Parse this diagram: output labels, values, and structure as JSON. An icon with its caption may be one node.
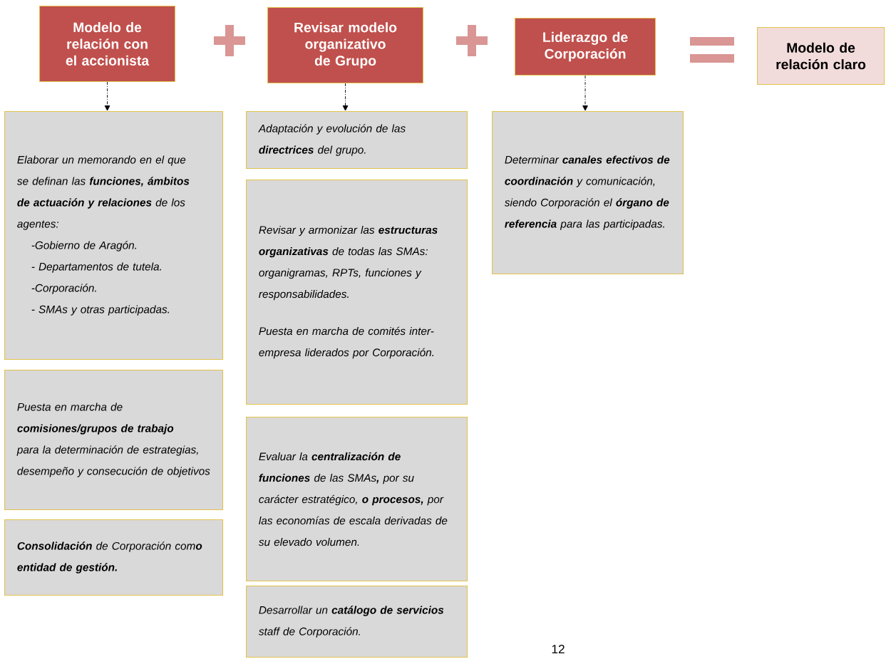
{
  "diagram": {
    "nodes": [
      {
        "text": [
          "Modelo de relación con el accionista"
        ]
      },
      {
        "text": [
          "Revisar modelo organizativo  de Grupo"
        ]
      },
      {
        "text": [
          "Liderazgo de Corporación"
        ]
      },
      {
        "text": [
          "Modelo de relación claro"
        ]
      },
      {
        "text": [
          "Elaborar un memorando en el que se definan las **funciones, ámbitos de actuación y relaciones** de los agentes:",
          "-Gobierno de Aragón.",
          "- Departamentos de tutela.",
          "-Corporación.",
          "- SMAs y otras participadas."
        ]
      },
      {
        "text": [
          "Puesta en marcha de **comisiones/grupos de trabajo** para la determinación de estrategias, desempeño y consecución de objetivos"
        ]
      },
      {
        "text": [
          "**Consolidación** de Corporación com**o entidad de gestión.**"
        ]
      },
      {
        "text": [
          "Adaptación y evolución de las **directrices** del grupo."
        ]
      },
      {
        "text": [
          "Revisar y armonizar las **estructuras organizativas** de todas las SMAs: organigramas, RPTs, funciones y responsabilidades.",
          "Puesta en marcha de comités inter-empresa liderados por Corporación."
        ]
      },
      {
        "text": [
          "Evaluar la **centralización de  funciones** de las SMAs**,** por su carácter estratégico, **o procesos,** por las economías de escala derivadas de su elevado volumen."
        ]
      },
      {
        "text": [
          "Desarrollar un **catálogo de servicios** staff de Corporación."
        ]
      },
      {
        "text": [
          "Determinar **canales efectivos de coordinación** y comunicación, siendo Corporación el **órgano de referencia** para las participadas."
        ]
      }
    ],
    "edges": [
      {
        "from": 0,
        "to": 4,
        "arrow": "to",
        "style": "dashed"
      },
      {
        "from": 1,
        "to": 7,
        "arrow": "to",
        "style": "dashed"
      },
      {
        "from": 2,
        "to": 11,
        "arrow": "to",
        "style": "dashed"
      }
    ],
    "labels": [
      "12"
    ]
  }
}
